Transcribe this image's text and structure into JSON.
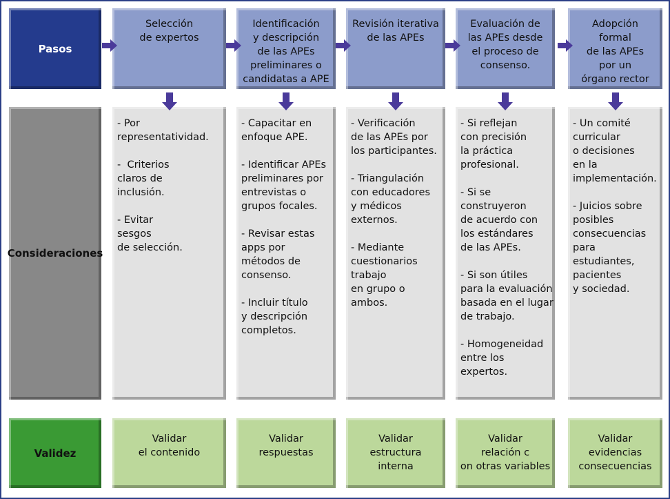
{
  "rows": {
    "pasos": "Pasos",
    "consideraciones": "Consideraciones",
    "validez": "Validez"
  },
  "colors": {
    "pasos_label": "#243b8d",
    "step_box": "#8c9ccb",
    "consideraciones_label": "#888888",
    "cons_box": "#e2e2e2",
    "validez_label": "#3a9a34",
    "val_box": "#bcd89b",
    "arrow": "#4a3a9a"
  },
  "columns": [
    {
      "step": [
        "Selección",
        "de expertos"
      ],
      "considerations": [
        "- Por",
        "representatividad.",
        "",
        "-  Criterios",
        "claros de",
        "inclusión.",
        "",
        "- Evitar",
        "sesgos",
        "de selección."
      ],
      "validity": [
        "Validar",
        "el contenido"
      ]
    },
    {
      "step": [
        "Identificación",
        "y descripción",
        "de las APEs",
        "preliminares o",
        "candidatas a APE"
      ],
      "considerations": [
        "- Capacitar en",
        "enfoque APE.",
        "",
        "- Identificar APEs",
        "preliminares por",
        "entrevistas o",
        "grupos focales.",
        "",
        "- Revisar estas",
        "apps por",
        "métodos de",
        "consenso.",
        "",
        "- Incluir título",
        "y descripción",
        "completos."
      ],
      "validity": [
        "Validar",
        "respuestas"
      ]
    },
    {
      "step": [
        "Revisión iterativa",
        "de las APEs"
      ],
      "considerations": [
        "- Verificación",
        "de las APEs por",
        "los participantes.",
        "",
        "- Triangulación",
        "con educadores",
        "y médicos",
        "externos.",
        "",
        "- Mediante",
        "cuestionarios",
        "trabajo",
        "en grupo o",
        "ambos."
      ],
      "validity": [
        "Validar",
        "estructura",
        "interna"
      ]
    },
    {
      "step": [
        "Evaluación de",
        "las APEs desde",
        "el proceso de",
        "consenso."
      ],
      "considerations": [
        "- Si reflejan",
        "con precisión",
        "la práctica",
        "profesional.",
        "",
        "- Si se",
        "construyeron",
        "de acuerdo con",
        "los estándares",
        "de las APEs.",
        "",
        "- Si son útiles",
        "para la evaluación",
        "basada en el lugar",
        "de trabajo.",
        "",
        "- Homogeneidad",
        "entre los",
        "expertos."
      ],
      "validity": [
        "Validar",
        "relación c",
        "on otras variables"
      ]
    },
    {
      "step": [
        "Adopción",
        "formal",
        "de las APEs",
        "por un",
        "órgano rector"
      ],
      "considerations": [
        "- Un comité",
        "curricular",
        "o decisiones",
        "en la",
        "implementación.",
        "",
        "- Juicios sobre",
        "posibles",
        "consecuencias",
        "para",
        "estudiantes,",
        "pacientes",
        "y sociedad."
      ],
      "validity": [
        "Validar",
        "evidencias",
        "consecuencias"
      ]
    }
  ]
}
